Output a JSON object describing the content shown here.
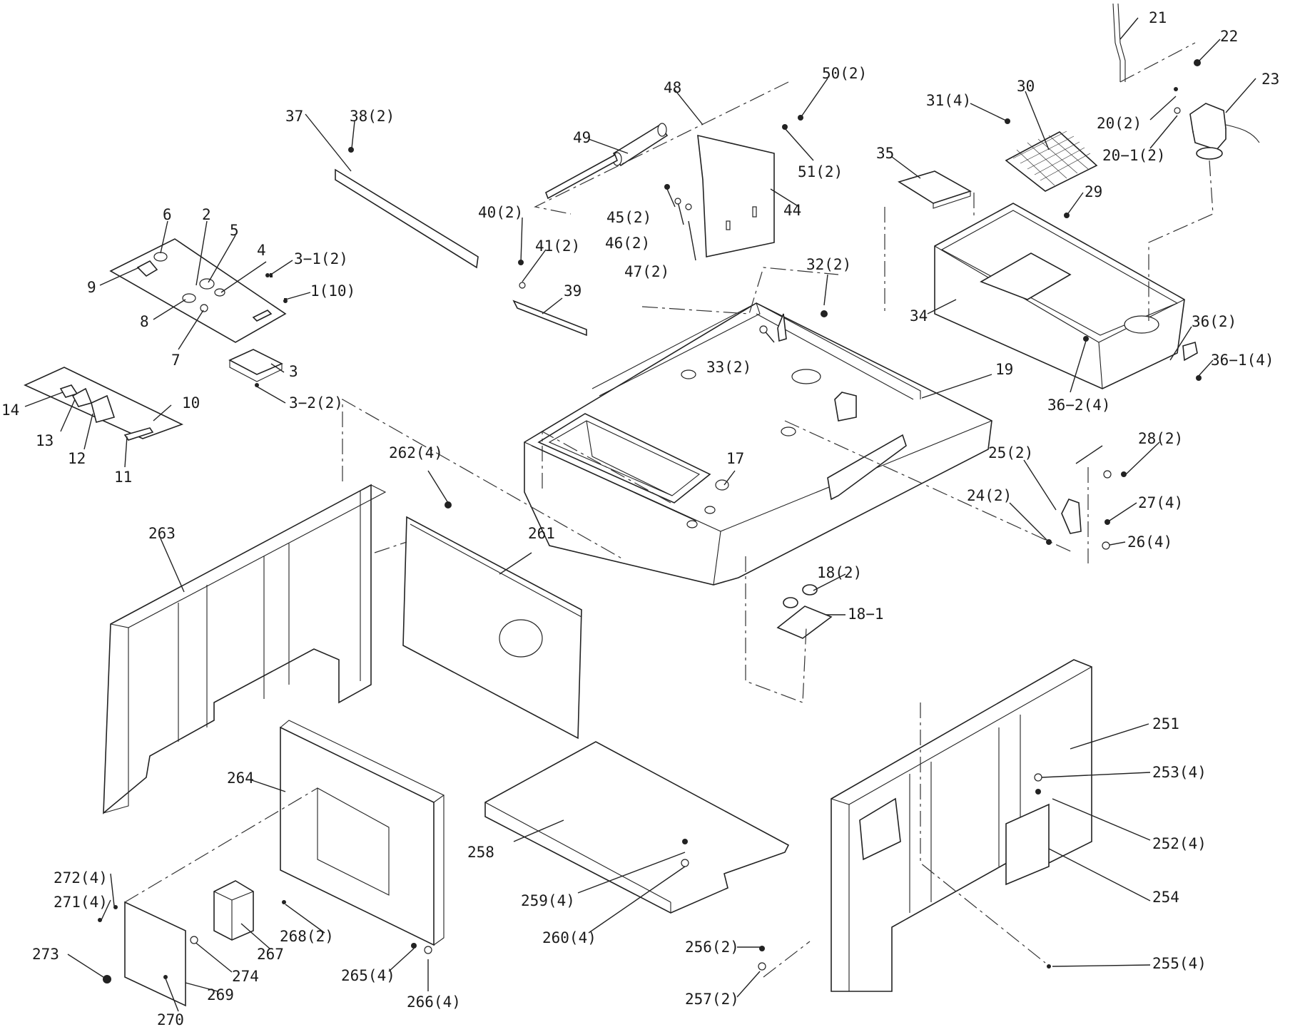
{
  "diagram": {
    "labels": [
      {
        "id": "21",
        "text": "21"
      },
      {
        "id": "22",
        "text": "22"
      },
      {
        "id": "23",
        "text": "23"
      },
      {
        "id": "20_2",
        "text": "20(2)"
      },
      {
        "id": "20_1_2",
        "text": "20−1(2)"
      },
      {
        "id": "31_4",
        "text": "31(4)"
      },
      {
        "id": "30",
        "text": "30"
      },
      {
        "id": "35",
        "text": "35"
      },
      {
        "id": "29",
        "text": "29"
      },
      {
        "id": "34",
        "text": "34"
      },
      {
        "id": "36_2",
        "text": "36(2)"
      },
      {
        "id": "36_1_4",
        "text": "36−1(4)"
      },
      {
        "id": "36_2_4",
        "text": "36−2(4)"
      },
      {
        "id": "48",
        "text": "48"
      },
      {
        "id": "50_2",
        "text": "50(2)"
      },
      {
        "id": "49",
        "text": "49"
      },
      {
        "id": "51_2",
        "text": "51(2)"
      },
      {
        "id": "44",
        "text": "44"
      },
      {
        "id": "45_2",
        "text": "45(2)"
      },
      {
        "id": "46_2",
        "text": "46(2)"
      },
      {
        "id": "47_2",
        "text": "47(2)"
      },
      {
        "id": "37",
        "text": "37"
      },
      {
        "id": "38_2",
        "text": "38(2)"
      },
      {
        "id": "40_2",
        "text": "40(2)"
      },
      {
        "id": "41_2",
        "text": "41(2)"
      },
      {
        "id": "39",
        "text": "39"
      },
      {
        "id": "32_2",
        "text": "32(2)"
      },
      {
        "id": "33_2",
        "text": "33(2)"
      },
      {
        "id": "19",
        "text": "19"
      },
      {
        "id": "17",
        "text": "17"
      },
      {
        "id": "6",
        "text": "6"
      },
      {
        "id": "2",
        "text": "2"
      },
      {
        "id": "5",
        "text": "5"
      },
      {
        "id": "4",
        "text": "4"
      },
      {
        "id": "3_1_2",
        "text": "3−1(2)"
      },
      {
        "id": "1_10",
        "text": "1(10)"
      },
      {
        "id": "9",
        "text": "9"
      },
      {
        "id": "8",
        "text": "8"
      },
      {
        "id": "7",
        "text": "7"
      },
      {
        "id": "3",
        "text": "3"
      },
      {
        "id": "3_2_2",
        "text": "3−2(2)"
      },
      {
        "id": "14",
        "text": "14"
      },
      {
        "id": "10",
        "text": "10"
      },
      {
        "id": "13",
        "text": "13"
      },
      {
        "id": "12",
        "text": "12"
      },
      {
        "id": "11",
        "text": "11"
      },
      {
        "id": "25_2",
        "text": "25(2)"
      },
      {
        "id": "28_2",
        "text": "28(2)"
      },
      {
        "id": "24_2",
        "text": "24(2)"
      },
      {
        "id": "27_4",
        "text": "27(4)"
      },
      {
        "id": "26_4",
        "text": "26(4)"
      },
      {
        "id": "18_2",
        "text": "18(2)"
      },
      {
        "id": "18_1",
        "text": "18−1"
      },
      {
        "id": "262_4",
        "text": "262(4)"
      },
      {
        "id": "263",
        "text": "263"
      },
      {
        "id": "261",
        "text": "261"
      },
      {
        "id": "251",
        "text": "251"
      },
      {
        "id": "253_4",
        "text": "253(4)"
      },
      {
        "id": "252_4",
        "text": "252(4)"
      },
      {
        "id": "254",
        "text": "254"
      },
      {
        "id": "255_4",
        "text": "255(4)"
      },
      {
        "id": "264",
        "text": "264"
      },
      {
        "id": "258",
        "text": "258"
      },
      {
        "id": "259_4",
        "text": "259(4)"
      },
      {
        "id": "260_4",
        "text": "260(4)"
      },
      {
        "id": "256_2",
        "text": "256(2)"
      },
      {
        "id": "257_2",
        "text": "257(2)"
      },
      {
        "id": "272_4",
        "text": "272(4)"
      },
      {
        "id": "271_4",
        "text": "271(4)"
      },
      {
        "id": "273",
        "text": "273"
      },
      {
        "id": "274",
        "text": "274"
      },
      {
        "id": "267",
        "text": "267"
      },
      {
        "id": "268_2",
        "text": "268(2)"
      },
      {
        "id": "269",
        "text": "269"
      },
      {
        "id": "270",
        "text": "270"
      },
      {
        "id": "265_4",
        "text": "265(4)"
      },
      {
        "id": "266_4",
        "text": "266(4)"
      }
    ]
  }
}
